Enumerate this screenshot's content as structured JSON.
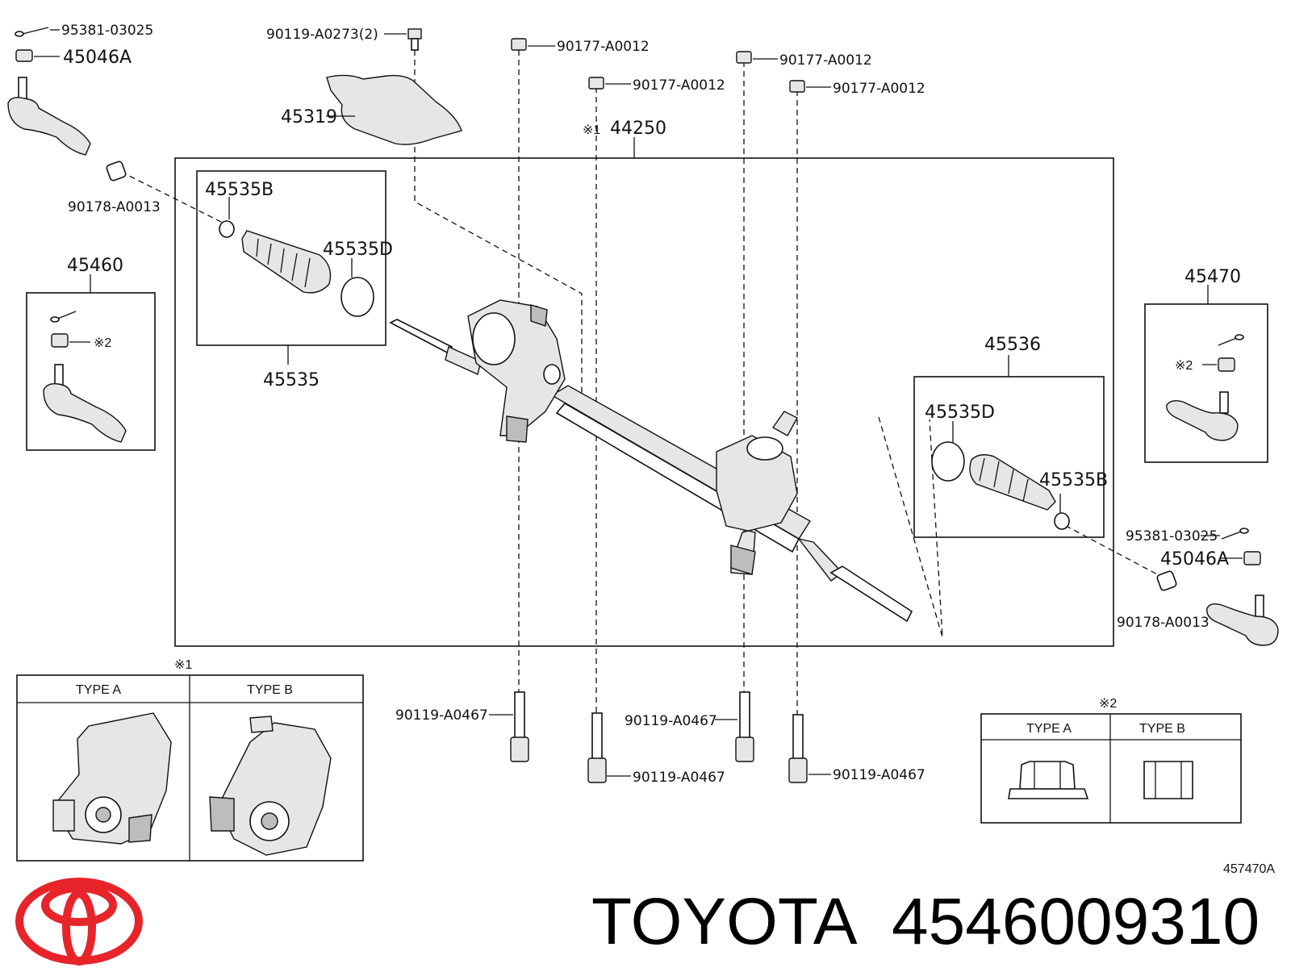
{
  "diagram_id": "457470A",
  "brand": {
    "name": "TOYOTA",
    "part_number": "4546009310"
  },
  "labels": {
    "cotter_pin_left": "95381-03025",
    "nut_left": "45046A",
    "bolt_cover": "90119-A0273(2)",
    "cover": "45319",
    "nut_top_1": "90177-A0012",
    "nut_top_2": "90177-A0012",
    "nut_top_3": "90177-A0012",
    "nut_top_4": "90177-A0012",
    "note1_marker": "※1",
    "gear_assy": "44250",
    "bushing_left": "90178-A0013",
    "boot_kit_left": "45535",
    "clamp_left": "45535B",
    "ring_left": "45535D",
    "tie_rod_end_left": "45460",
    "note2_marker_left": "※2",
    "tie_rod_end_right": "45470",
    "note2_marker_right": "※2",
    "boot_kit_right": "45536",
    "ring_right": "45535D",
    "clamp_right": "45535B",
    "cotter_pin_right": "95381-03025",
    "nut_right": "45046A",
    "bushing_right": "90178-A0013",
    "bolt_bottom_1": "90119-A0467",
    "bolt_bottom_2": "90119-A0467",
    "bolt_bottom_3": "90119-A0467",
    "bolt_bottom_4": "90119-A0467"
  },
  "type_tables": [
    {
      "marker": "※1",
      "col_a": "TYPE A",
      "col_b": "TYPE B"
    },
    {
      "marker": "※2",
      "col_a": "TYPE A",
      "col_b": "TYPE B"
    }
  ],
  "colors": {
    "logo_red": "#e8242b",
    "line": "#111111"
  }
}
